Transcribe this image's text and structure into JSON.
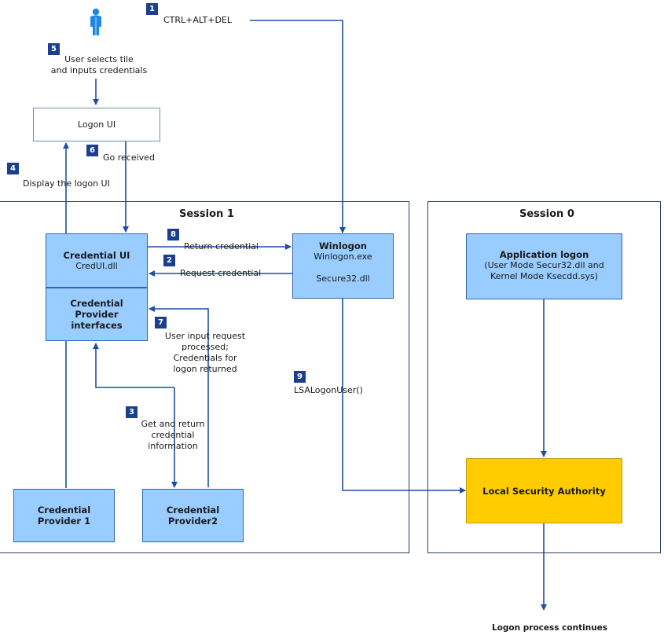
{
  "steps": {
    "s1": {
      "number": "1",
      "text": "CTRL+ALT+DEL"
    },
    "s2": {
      "number": "2",
      "text": "Request credential"
    },
    "s3": {
      "number": "3",
      "line1": "Get and return",
      "line2": "credential",
      "line3": "information"
    },
    "s4": {
      "number": "4",
      "text": "Display the logon UI"
    },
    "s5": {
      "number": "5",
      "line1": "User selects tile",
      "line2": "and inputs credentials"
    },
    "s6": {
      "number": "6",
      "text": "Go received"
    },
    "s7": {
      "number": "7",
      "line1": "User input request",
      "line2": "processed;",
      "line3": "Credentials for",
      "line4": "logon returned"
    },
    "s8": {
      "number": "8",
      "text": "Return credential"
    },
    "s9": {
      "number": "9",
      "text": "LSALogonUser()"
    }
  },
  "logon_ui": {
    "label": "Logon UI"
  },
  "session1": {
    "title": "Session 1"
  },
  "session0": {
    "title": "Session 0"
  },
  "credential_ui": {
    "title": "Credential UI",
    "dll": "CredUI.dll"
  },
  "cp_interfaces": {
    "line1": "Credential",
    "line2": "Provider",
    "line3": "interfaces"
  },
  "winlogon": {
    "title": "Winlogon",
    "exe": "Winlogon.exe",
    "dll": "Secure32.dll"
  },
  "app_logon": {
    "title": "Application logon",
    "line1": "(User Mode Secur32.dll and",
    "line2": "Kernel Mode Ksecdd.sys)"
  },
  "lsa": {
    "label": "Local Security Authority"
  },
  "cp1": {
    "line1": "Credential",
    "line2": "Provider 1"
  },
  "cp2": {
    "line1": "Credential",
    "line2": "Provider2"
  },
  "footer": {
    "label": "Logon process continues"
  },
  "colors": {
    "box_blue": "#99ccff",
    "box_gold": "#ffcc00",
    "arrow": "#1f4fa3",
    "badge": "#1a3f8f",
    "person": "#1e88e5"
  }
}
